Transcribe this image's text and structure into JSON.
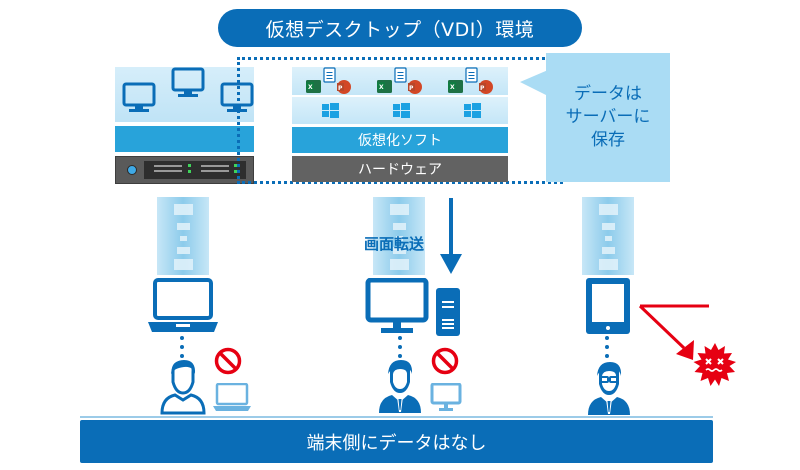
{
  "title": "仮想デスクトップ（VDI）環境",
  "server_stack": {
    "virtualization_label": "仮想化ソフト",
    "hardware_label": "ハードウェア",
    "app_icons": [
      "excel-icon",
      "document-icon",
      "powerpoint-icon"
    ],
    "os_icon": "windows-icon"
  },
  "callout": {
    "lines": [
      "データは",
      "サーバーに",
      "保存"
    ]
  },
  "transfer_label": "画面転送",
  "clients": [
    {
      "device": "laptop",
      "user": "person",
      "blocked_device": "laptop",
      "blocked": true
    },
    {
      "device": "desktop-pc",
      "user": "businessman",
      "blocked_device": "monitor",
      "blocked": true
    },
    {
      "device": "tablet",
      "user": "person-glasses",
      "lost_indicator": "broken-device-icon"
    }
  ],
  "footer": "端末側にデータはなし",
  "colors": {
    "primary": "#0a6db7",
    "accent": "#28a3da",
    "light": "#aadcf4",
    "hardware": "#626262",
    "warning": "#e60012"
  }
}
